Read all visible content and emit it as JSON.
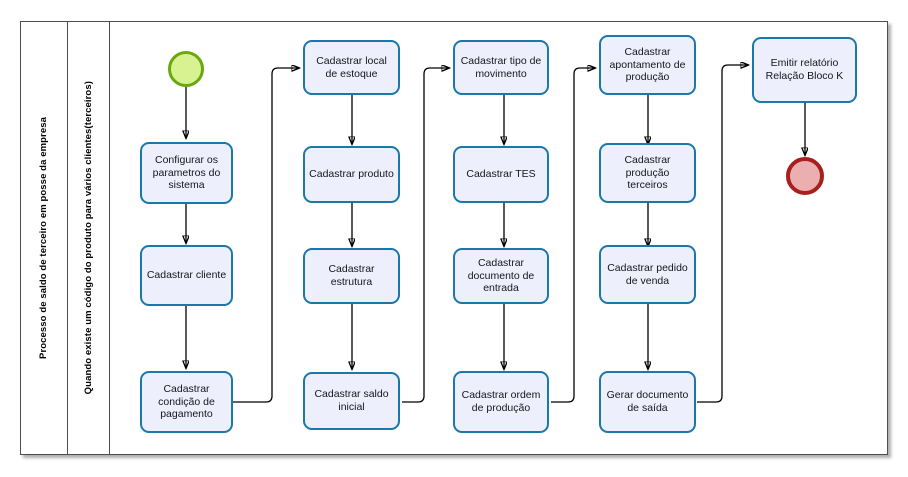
{
  "diagram": {
    "type": "bpmn-flowchart",
    "pool_label": "Processo de saldo de terceiro em posse da empresa",
    "lane_label": "Quando existe um código do produto para vários clientes(terceiros)",
    "colors": {
      "task_fill": "#edeffc",
      "task_border": "#1b78a8",
      "start_fill": "#d9f291",
      "start_border": "#6aa80f",
      "end_fill": "#eaafae",
      "end_border": "#a81f1f",
      "frame_border": "#4d4d4d",
      "connector": "#000000"
    },
    "start_event": {
      "name": "start-event",
      "label": ""
    },
    "end_event": {
      "name": "end-event",
      "label": ""
    },
    "tasks": [
      {
        "id": "t1",
        "label": "Configurar os parametros do sistema"
      },
      {
        "id": "t2",
        "label": "Cadastrar cliente"
      },
      {
        "id": "t3",
        "label": "Cadastrar condição de pagamento"
      },
      {
        "id": "t4",
        "label": "Cadastrar local de estoque"
      },
      {
        "id": "t5",
        "label": "Cadastrar produto"
      },
      {
        "id": "t6",
        "label": "Cadastrar estrutura"
      },
      {
        "id": "t7",
        "label": "Cadastrar saldo inicial"
      },
      {
        "id": "t8",
        "label": "Cadastrar tipo de movimento"
      },
      {
        "id": "t9",
        "label": "Cadastrar TES"
      },
      {
        "id": "t10",
        "label": "Cadastrar documento de entrada"
      },
      {
        "id": "t11",
        "label": "Cadastrar ordem de produção"
      },
      {
        "id": "t12",
        "label": "Cadastrar apontamento de produção"
      },
      {
        "id": "t13",
        "label": "Cadastrar produção terceiros"
      },
      {
        "id": "t14",
        "label": "Cadastrar pedido de venda"
      },
      {
        "id": "t15",
        "label": "Gerar documento de saída"
      },
      {
        "id": "t16",
        "label": "Emitir relatório Relação Bloco K"
      }
    ]
  }
}
